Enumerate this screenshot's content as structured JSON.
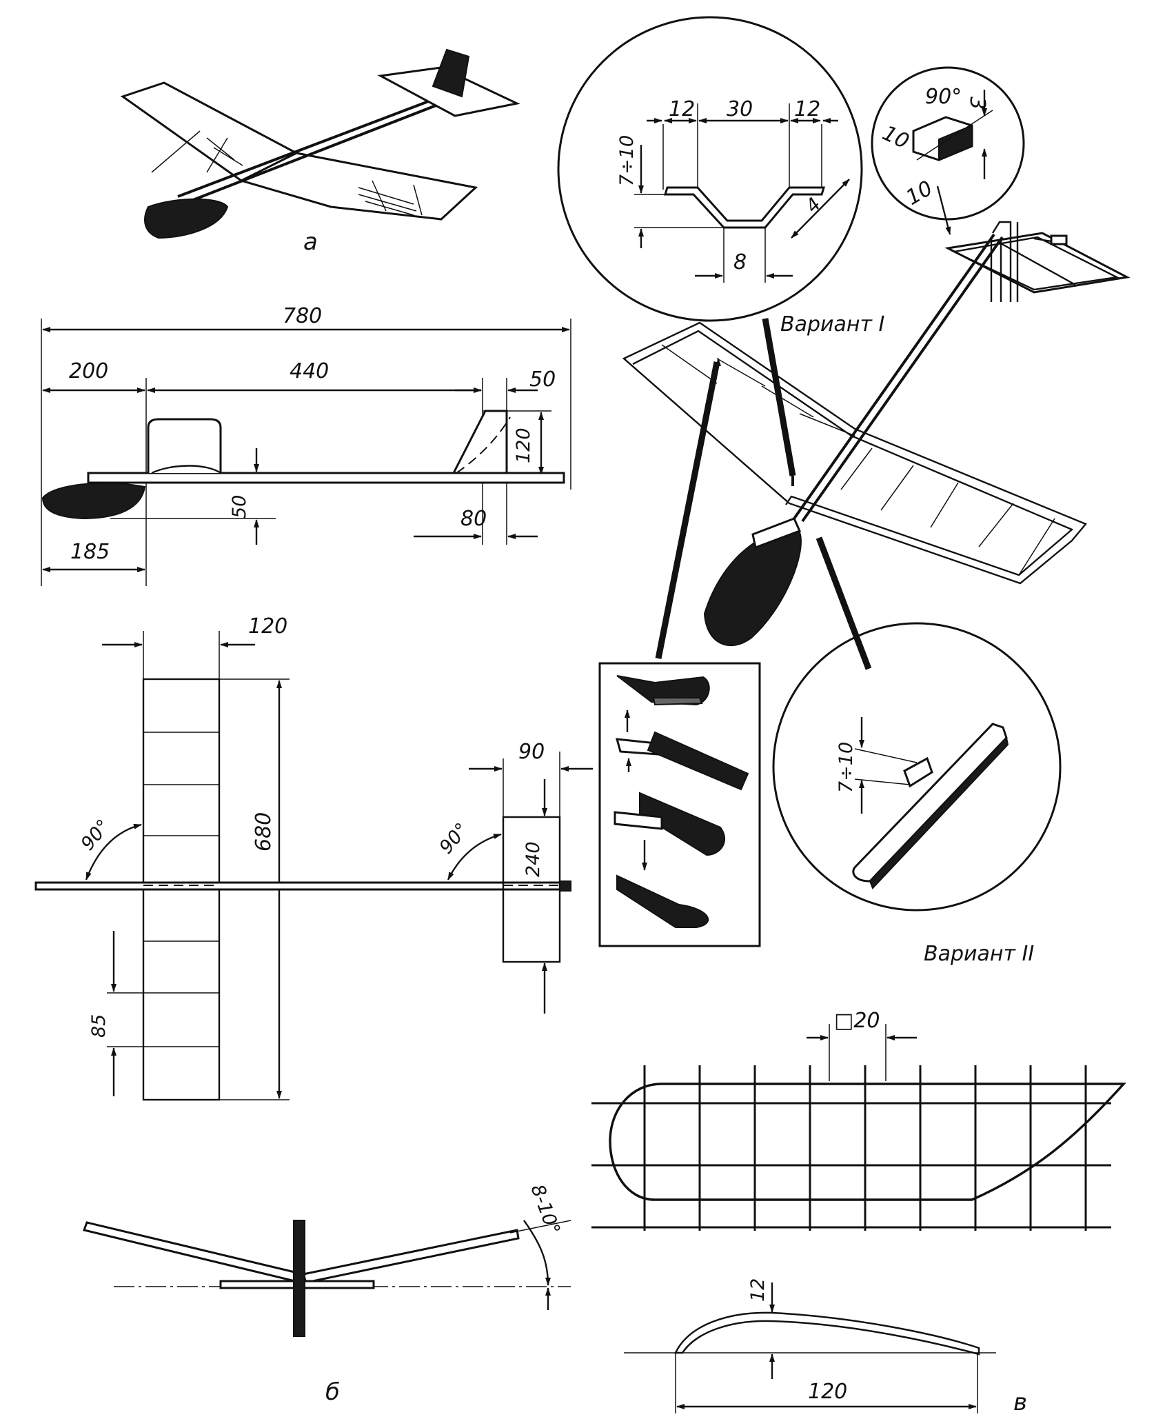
{
  "figure_labels": {
    "a": "а",
    "b": "б",
    "v": "в"
  },
  "variants": {
    "one": "Вариант I",
    "two": "Вариант II"
  },
  "side_view": {
    "overall": "780",
    "nose": "200",
    "middle": "440",
    "tail_top": "50",
    "fin_height": "120",
    "fuselage_drop": "50",
    "fin_base": "80",
    "nose_weight": "185"
  },
  "plan_view": {
    "wing_chord": "120",
    "wing_span": "680",
    "rib_spacing": "85",
    "stab_chord": "90",
    "stab_span": "240",
    "angle_wing": "90°",
    "angle_stab": "90°"
  },
  "front_view": {
    "dihedral": "8-10°"
  },
  "wing_detail": {
    "left": "12",
    "mid": "30",
    "right": "12",
    "depth": "7÷10",
    "slant": "4",
    "bottom": "8"
  },
  "stab_detail": {
    "angle": "90°",
    "side": "3",
    "w1": "10",
    "w2": "10"
  },
  "mount_detail": {
    "depth": "7÷10"
  },
  "profile": {
    "grid": "□20",
    "thickness": "12",
    "chord": "120"
  }
}
